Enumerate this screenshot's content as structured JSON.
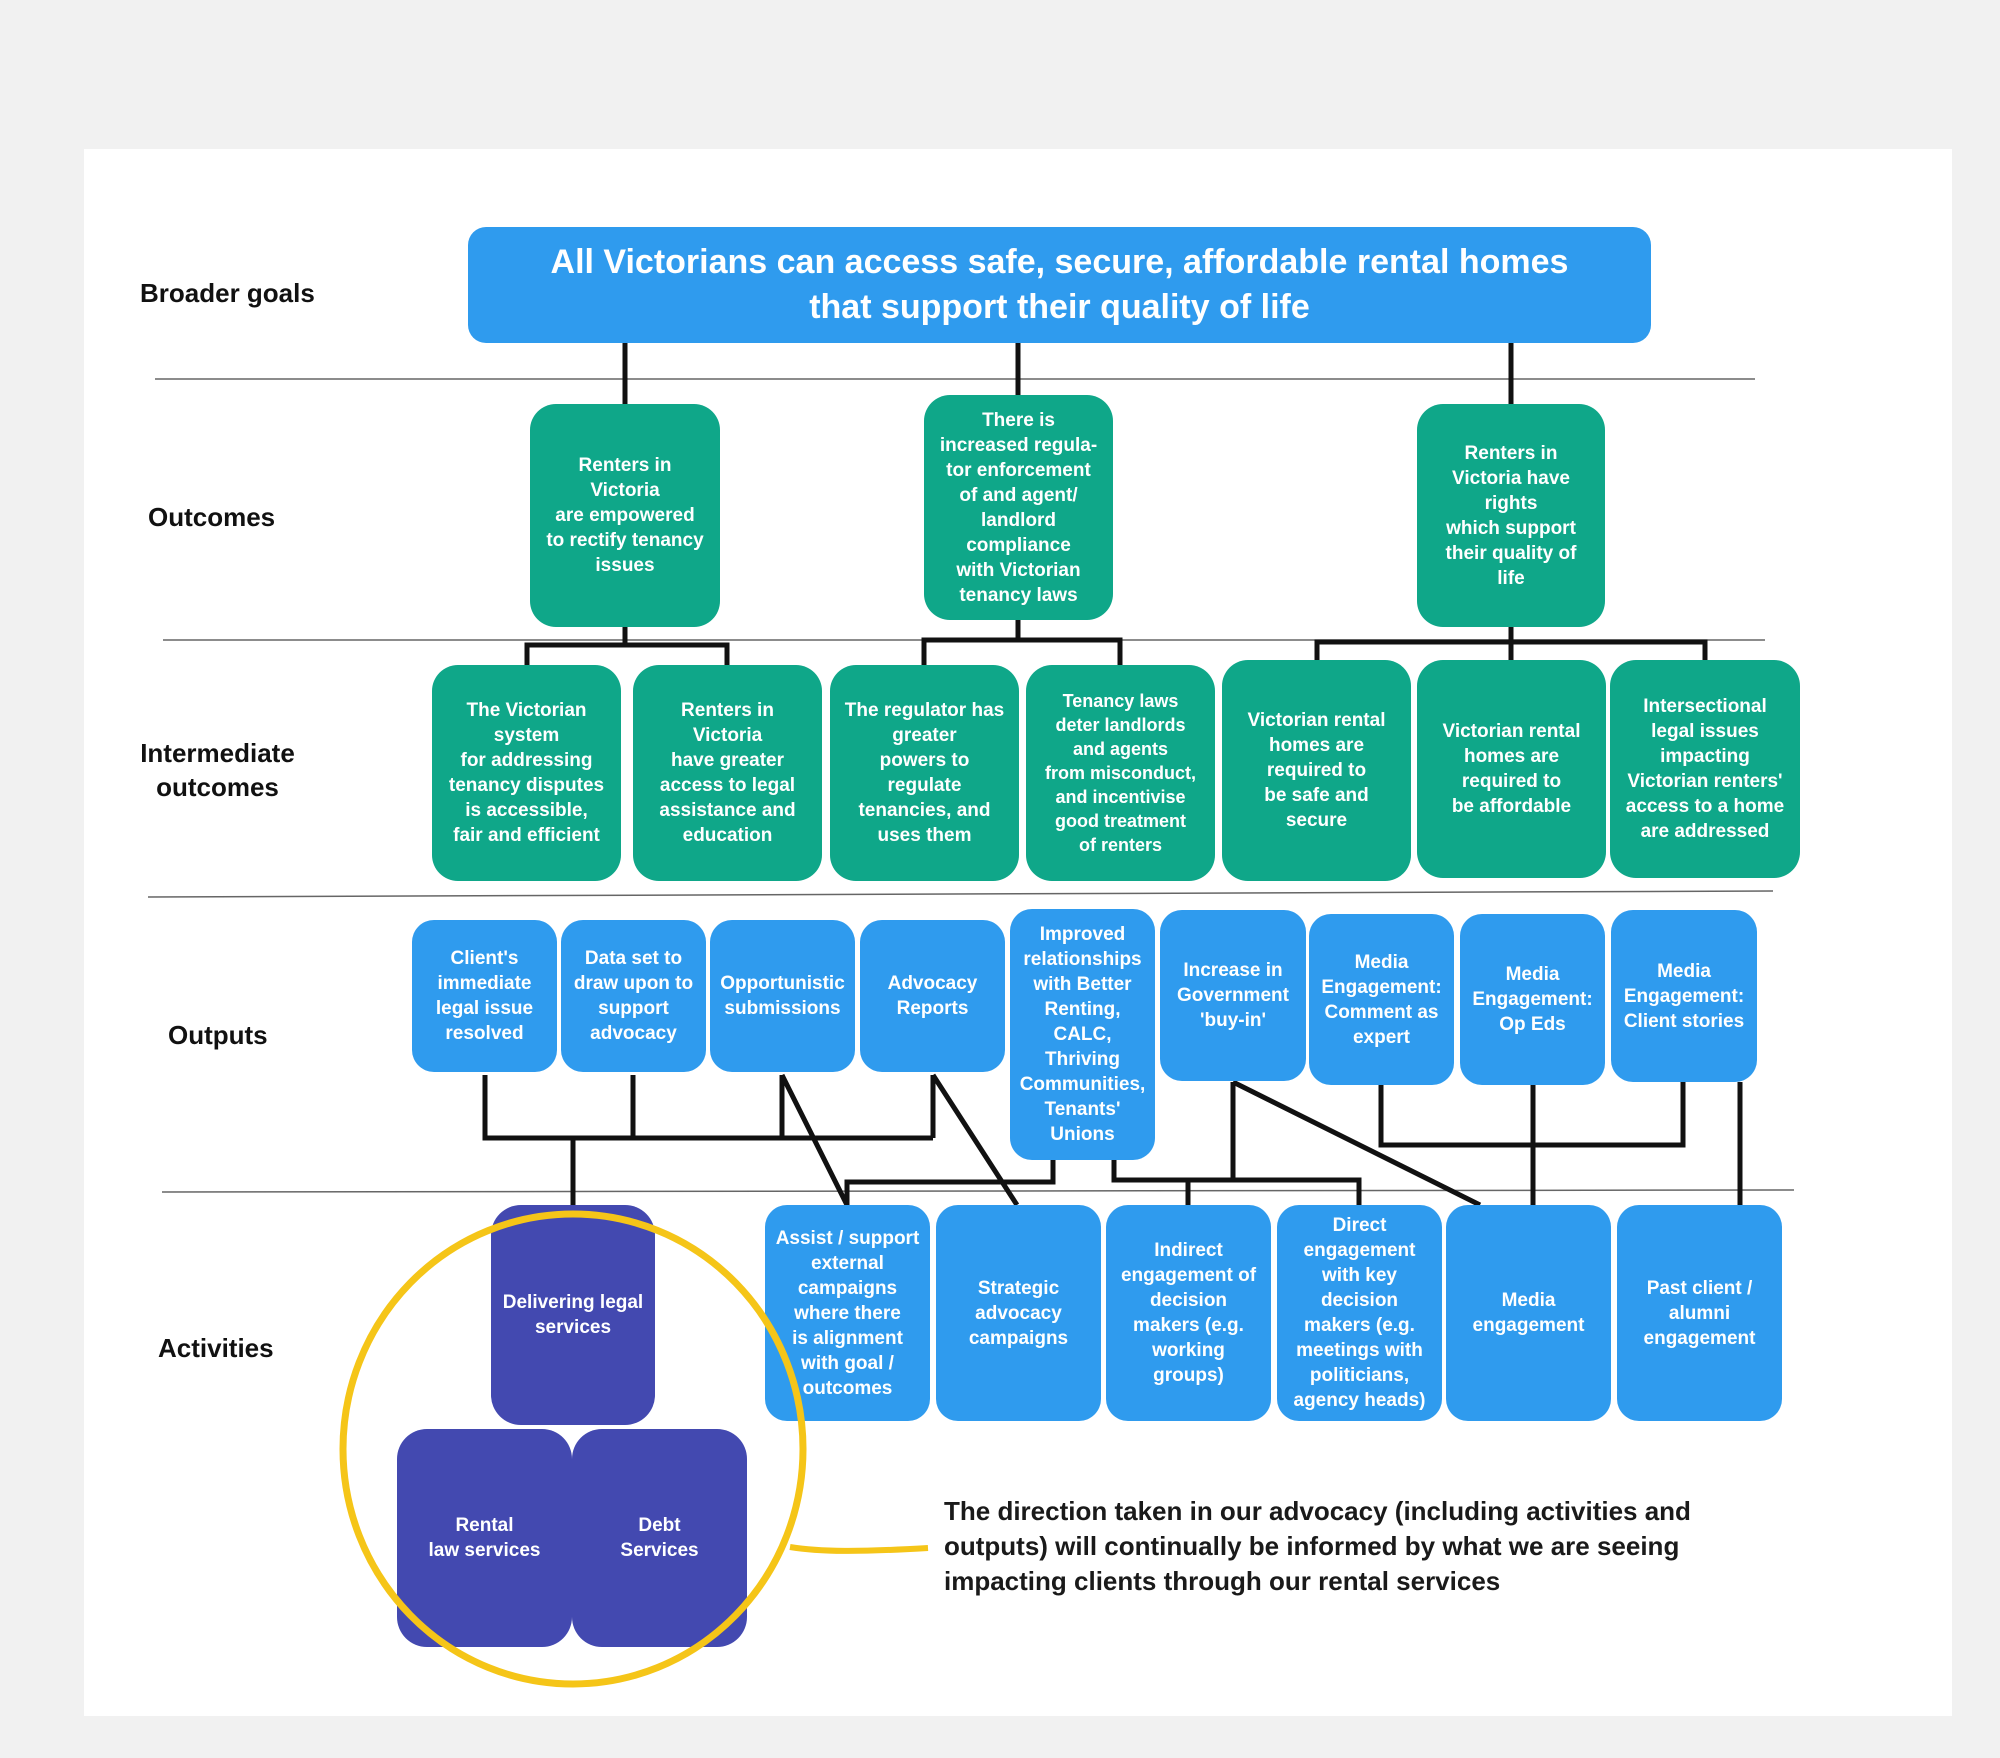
{
  "colors": {
    "goal_blue": "#2f9bee",
    "outcome_green": "#0fa789",
    "service_purple": "#4349b0",
    "highlight_yellow": "#f5c518",
    "connector": "#111111"
  },
  "row_labels": {
    "broader_goals": "Broader goals",
    "outcomes": "Outcomes",
    "intermediate_outcomes": "Intermediate\noutcomes",
    "outputs": "Outputs",
    "activities": "Activities"
  },
  "broader_goal": "All Victorians can access safe, secure, affordable rental homes\nthat support their quality of life",
  "outcomes": [
    "Renters in\nVictoria\nare empowered\nto rectify tenancy\nissues",
    "There is\nincreased regula-\ntor enforcement\nof and agent/\nlandlord\ncompliance\nwith Victorian\ntenancy laws",
    "Renters in\nVictoria have\nrights\nwhich support\ntheir quality of\nlife"
  ],
  "intermediate_outcomes": [
    "The Victorian\nsystem\nfor addressing\ntenancy disputes\nis accessible,\nfair and efficient",
    "Renters in\nVictoria\nhave greater\naccess to legal\nassistance and\neducation",
    "The regulator has\ngreater\npowers to\nregulate\ntenancies, and\nuses them",
    "Tenancy laws\ndeter landlords\nand agents\nfrom misconduct,\nand incentivise\ngood treatment\nof renters",
    "Victorian rental\nhomes are\nrequired to\nbe safe and\nsecure",
    "Victorian rental\nhomes are\nrequired to\nbe affordable",
    "Intersectional\nlegal issues\nimpacting\nVictorian renters'\naccess to a home\nare addressed"
  ],
  "outputs": [
    "Client's\nimmediate\nlegal issue\nresolved",
    "Data set to\ndraw upon to\nsupport\nadvocacy",
    "Opportunistic\nsubmissions",
    "Advocacy\nReports",
    "Improved\nrelationships\nwith Better\nRenting,\nCALC,\nThriving\nCommunities,\nTenants'\nUnions",
    "Increase in\nGovernment\n'buy-in'",
    "Media\nEngagement:\nComment as\nexpert",
    "Media\nEngagement:\nOp Eds",
    "Media\nEngagement:\nClient stories"
  ],
  "activities": [
    "Assist / support\nexternal\ncampaigns\nwhere there\nis alignment\nwith goal /\noutcomes",
    "Strategic\nadvocacy\ncampaigns",
    "Indirect\nengagement of\ndecision\nmakers (e.g.\nworking\ngroups)",
    "Direct\nengagement\nwith key\ndecision\nmakers (e.g.\nmeetings with\npoliticians,\nagency heads)",
    "Media\nengagement",
    "Past client /\nalumni\nengagement"
  ],
  "services": {
    "delivering": "Delivering legal\nservices",
    "rental": "Rental\nlaw services",
    "debt": "Debt\nServices"
  },
  "note": "The direction taken in our advocacy (including activities and outputs) will continually be informed by what we are seeing impacting clients through our rental services"
}
